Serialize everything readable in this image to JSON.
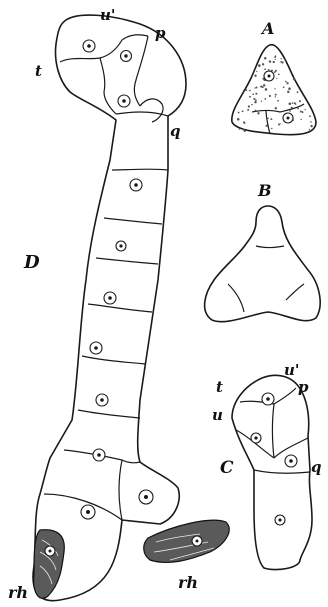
{
  "figure": {
    "labels": {
      "A": "A",
      "B": "B",
      "C": "C",
      "D": "D",
      "u_prime_main": "u'",
      "p_main": "p",
      "t_main": "t",
      "q_main": "q",
      "u_prime_c": "u'",
      "p_c": "p",
      "t_c": "t",
      "u_c": "u",
      "q_c": "q",
      "rh_left": "rh",
      "rh_right": "rh"
    }
  }
}
